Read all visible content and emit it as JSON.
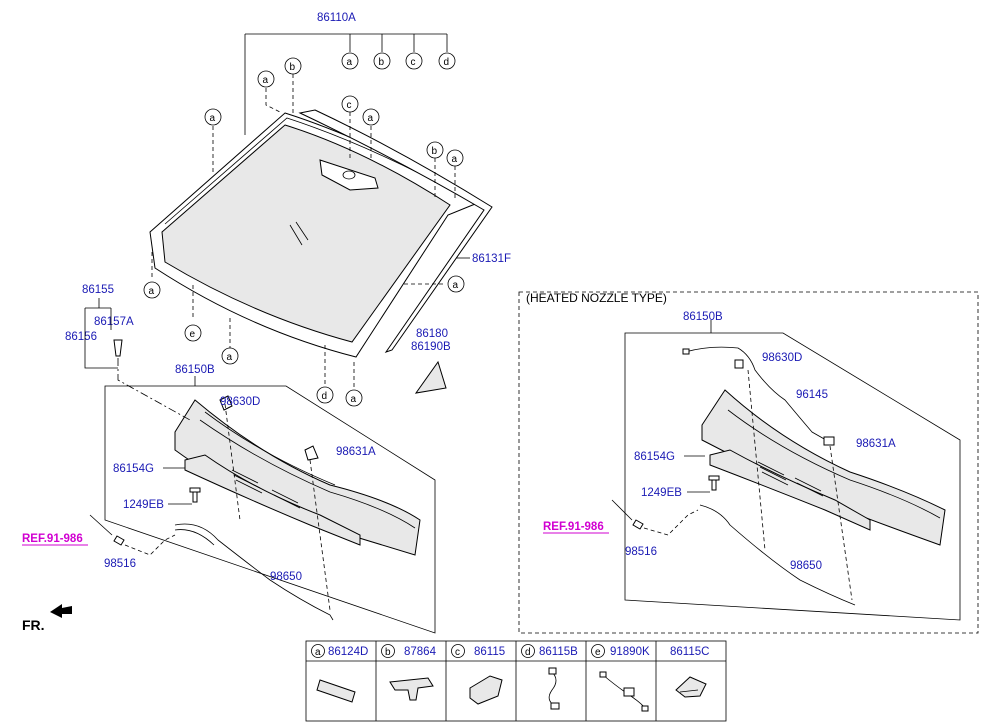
{
  "labels": {
    "p86110A": "86110A",
    "p86131F": "86131F",
    "p86155": "86155",
    "p86157A": "86157A",
    "p86156": "86156",
    "p86180": "86180",
    "p86190B": "86190B",
    "p86150B_left": "86150B",
    "p98630D_left": "98630D",
    "p98631A_left": "98631A",
    "p86154G_left": "86154G",
    "p1249EB_left": "1249EB",
    "p98516_left": "98516",
    "p98650_left": "98650",
    "ref_left": "REF.91-986",
    "fr": "FR.",
    "heated_title": "(HEATED NOZZLE TYPE)",
    "p86150B_right": "86150B",
    "p98630D_right": "98630D",
    "p96145": "96145",
    "p98631A_right": "98631A",
    "p86154G_right": "86154G",
    "p1249EB_right": "1249EB",
    "p98516_right": "98516",
    "p98650_right": "98650",
    "ref_right": "REF.91-986"
  },
  "callout_letters": {
    "a": "a",
    "b": "b",
    "c": "c",
    "d": "d",
    "e": "e"
  },
  "legend": [
    {
      "letter": "a",
      "part": "86124D"
    },
    {
      "letter": "b",
      "part": "87864"
    },
    {
      "letter": "c",
      "part": "86115"
    },
    {
      "letter": "d",
      "part": "86115B"
    },
    {
      "letter": "e",
      "part": "91890K"
    },
    {
      "letter": "",
      "part": "86115C"
    }
  ],
  "colors": {
    "label": "#1a1ab4",
    "ref": "#d100d1",
    "line": "#000000"
  }
}
